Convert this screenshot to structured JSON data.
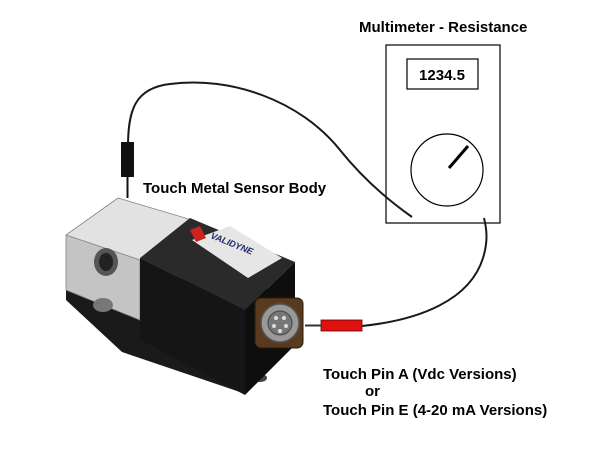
{
  "meter": {
    "title": "Multimeter - Resistance",
    "reading": "1234.5"
  },
  "labels": {
    "sensor_body": "Touch Metal Sensor Body",
    "pin_a": "Touch Pin A (Vdc Versions)",
    "or": "or",
    "pin_e": "Touch Pin E (4-20 mA Versions)"
  },
  "sensor": {
    "brand": "VALIDYNE"
  },
  "colors": {
    "probe_black": "#111111",
    "probe_red": "#e01010",
    "wire": "#1a1a1a",
    "sensor_body": "#1c1c1c",
    "fitting": "#c8c8c8"
  }
}
